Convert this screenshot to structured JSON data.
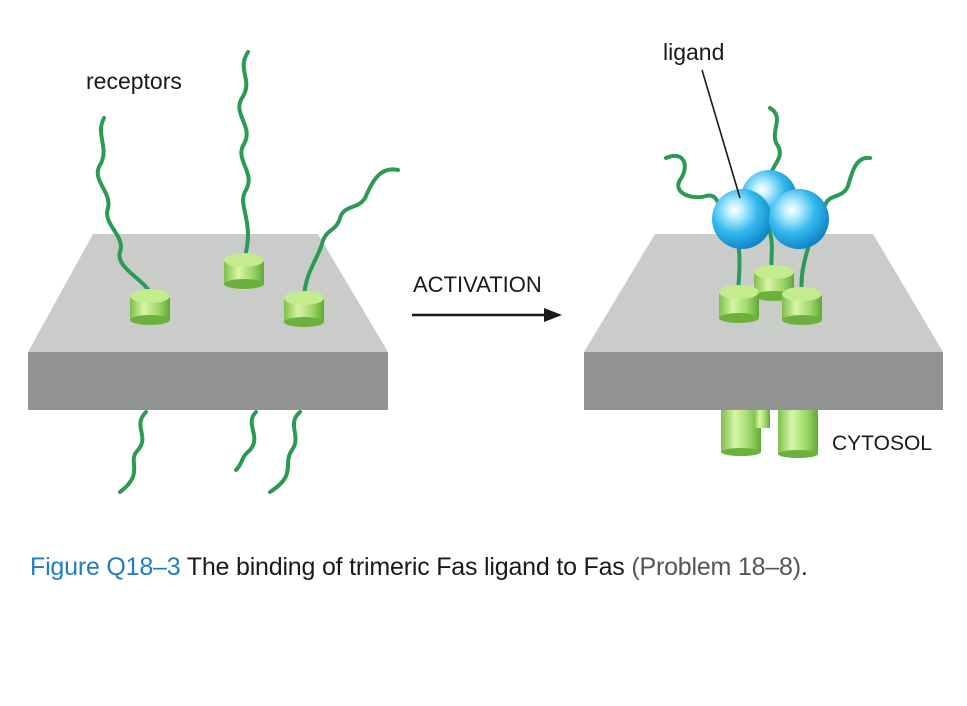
{
  "diagram": {
    "label_receptors": "receptors",
    "label_ligand": "ligand",
    "label_activation": "ACTIVATION",
    "label_cytosol": "CYTOSOL"
  },
  "caption": {
    "figure_number": "Figure Q18–3",
    "text": "The binding of trimeric Fas ligand to Fas",
    "reference": "(Problem 18–8)",
    "end": "."
  },
  "colors": {
    "membrane_top": "#c9ccc9",
    "membrane_side": "#909392",
    "receptor_strand": "#2a9a55",
    "receptor_body": "#9fd86a",
    "ligand_sphere": "#33b8ee",
    "caption_accent": "#1f7fc0"
  },
  "icons": [
    "arrow-right-icon"
  ]
}
